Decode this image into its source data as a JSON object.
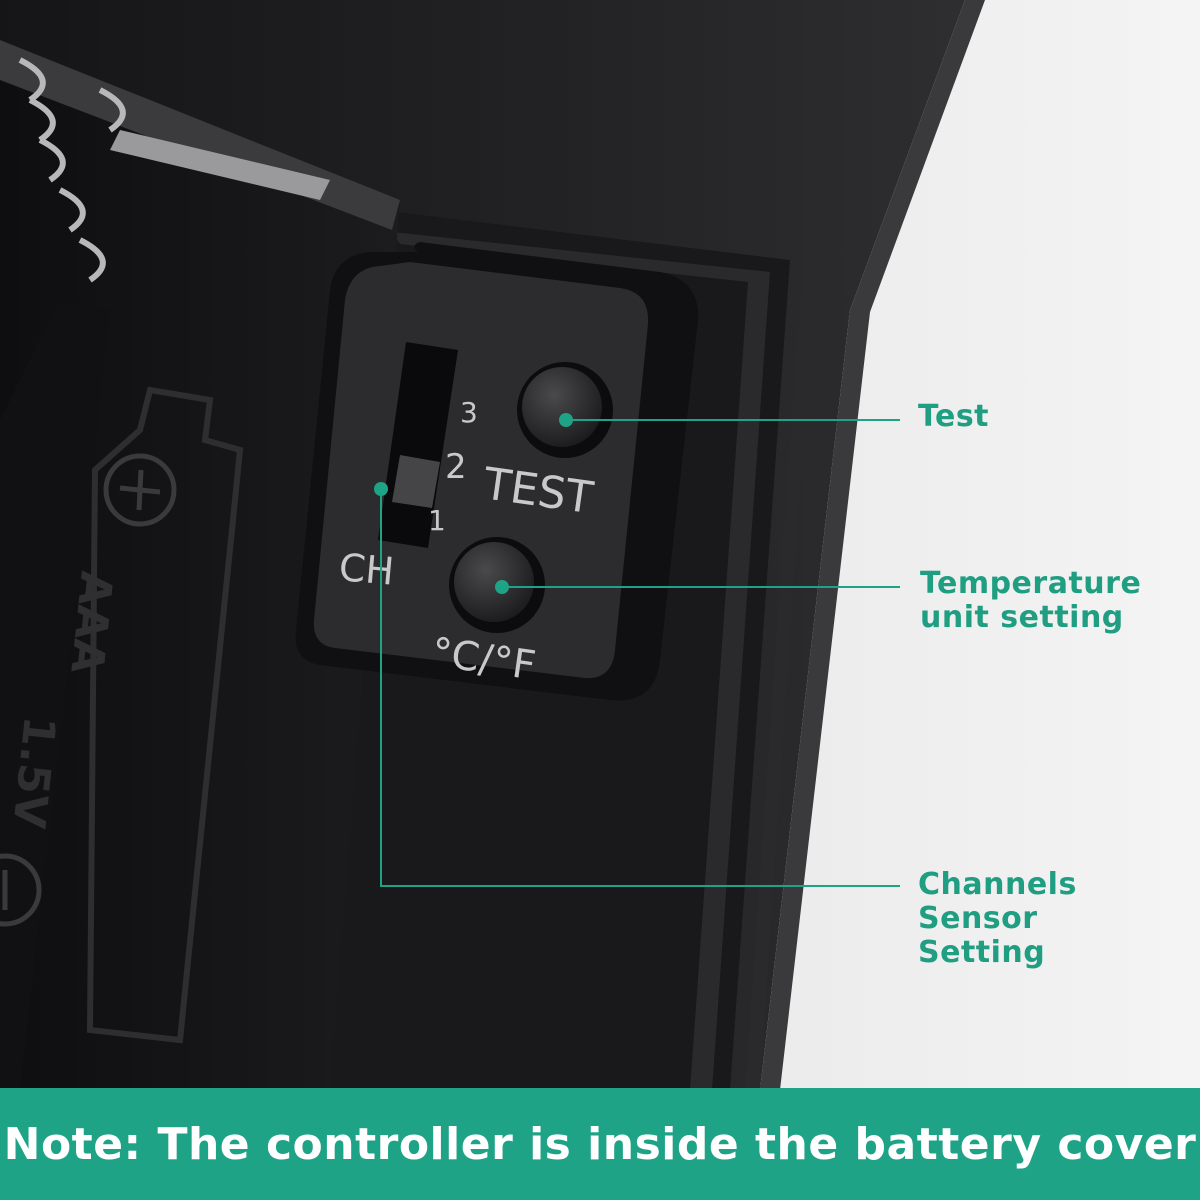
{
  "device": {
    "switch_numbers": [
      "3",
      "2",
      "1"
    ],
    "switch_label": "CH",
    "test_button_label": "TEST",
    "unit_button_label": "°C/°F",
    "battery_type": "AAA",
    "battery_voltage": "1.5V"
  },
  "callouts": {
    "test": "Test",
    "temperature_line1": "Temperature",
    "temperature_line2": "unit setting",
    "channels_line1": "Channels Sensor",
    "channels_line2": "Setting"
  },
  "note": "Note: The controller is inside the battery cover",
  "colors": {
    "accent": "#1fa386",
    "callout_text": "#1f9e82",
    "device_body": "#1d1d1f",
    "background": "#ececec"
  }
}
